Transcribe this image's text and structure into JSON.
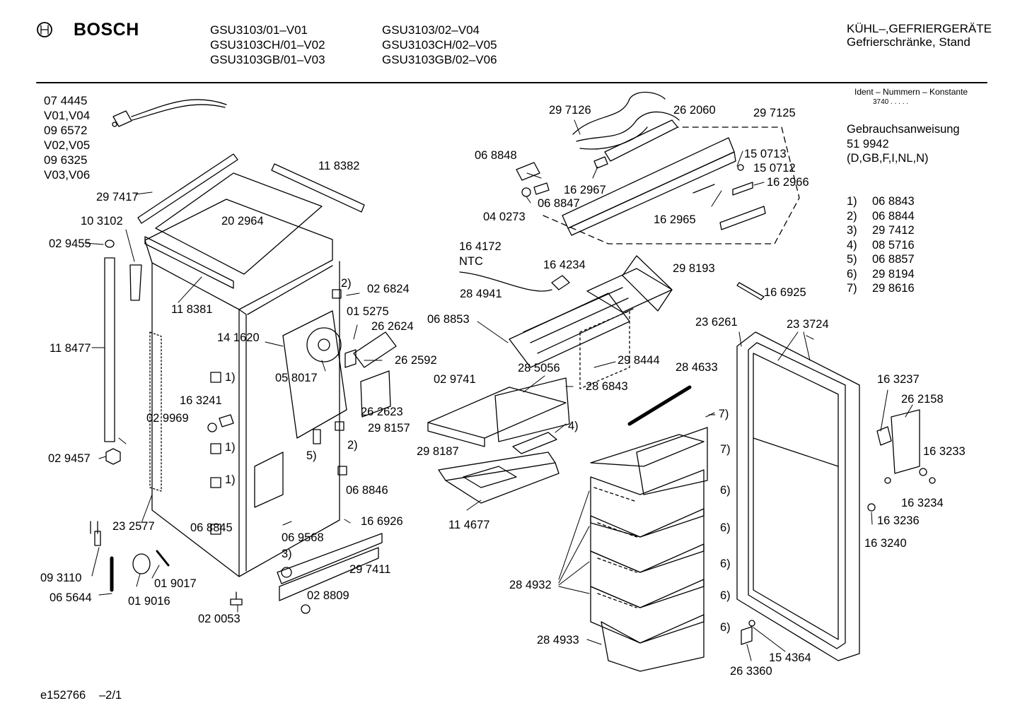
{
  "header": {
    "brand": "BOSCH",
    "models_col1": [
      "GSU3103/01–V01",
      "GSU3103CH/01–V02",
      "GSU3103GB/01–V03"
    ],
    "models_col2": [
      "GSU3103/02–V04",
      "GSU3103CH/02–V05",
      "GSU3103GB/02–V06"
    ],
    "category": [
      "KÜHL–,GEFRIERGERÄTE",
      "Gefrierschränke, Stand"
    ]
  },
  "side_info": {
    "ident_label": "Ident – Nummern – Konstante",
    "ident_value": "3740  .  .  .  .  .",
    "manual_title": "Gebrauchsanweisung",
    "manual_number": "51 9942",
    "manual_languages": "(D,GB,F,I,NL,N)",
    "footnotes": [
      {
        "key": "1)",
        "value": "06 8843"
      },
      {
        "key": "2)",
        "value": "06 8844"
      },
      {
        "key": "3)",
        "value": "29 7412"
      },
      {
        "key": "4)",
        "value": "08 5716"
      },
      {
        "key": "5)",
        "value": "06 8857"
      },
      {
        "key": "6)",
        "value": "29 8194"
      },
      {
        "key": "7)",
        "value": "29 8616"
      }
    ]
  },
  "cable_variants": [
    "07 4445",
    "V01,V04",
    "09 6572",
    "V02,V05",
    "09 6325",
    "V03,V06"
  ],
  "part_labels": [
    "29 7126",
    "26 2060",
    "29 7125",
    "06 8848",
    "15 0713",
    "15 0712",
    "16 2967",
    "16 2966",
    "06 8847",
    "04 0273",
    "16 2965",
    "11 8382",
    "29 7417",
    "20 2964",
    "10 3102",
    "02 9455",
    "11 8381",
    "02 6824",
    "01 5275",
    "26 2624",
    "14 1620",
    "26 2592",
    "05 8017",
    "11 8477",
    "16 3241",
    "02 9969",
    "26 2623",
    "02 9457",
    "06 8846",
    "16 6926",
    "23 2577",
    "06 8845",
    "06 9568",
    "29 7411",
    "09 3110",
    "01 9017",
    "06 5644",
    "01 9016",
    "02 0053",
    "02 8809",
    "16 4172",
    "NTC",
    "16 4234",
    "29 8193",
    "28 4941",
    "06 8853",
    "29 8444",
    "28 5056",
    "28 6843",
    "02 9741",
    "29 8157",
    "29 8187",
    "11 4677",
    "28 4633",
    "16 6925",
    "23 6261",
    "23 3724",
    "16 3237",
    "26 2158",
    "16 3233",
    "16 3234",
    "16 3236",
    "16 3240",
    "28 4932",
    "28 4933",
    "15 4364",
    "26 3360"
  ],
  "callouts": [
    "2)",
    "2)",
    "1)",
    "1)",
    "1)",
    "5)",
    "3)",
    "4)",
    "– 7)",
    "7)",
    "6)",
    "6)",
    "6)",
    "6)",
    "6)"
  ],
  "footer": {
    "drawing_id": "e152766",
    "page": "–2/1"
  }
}
